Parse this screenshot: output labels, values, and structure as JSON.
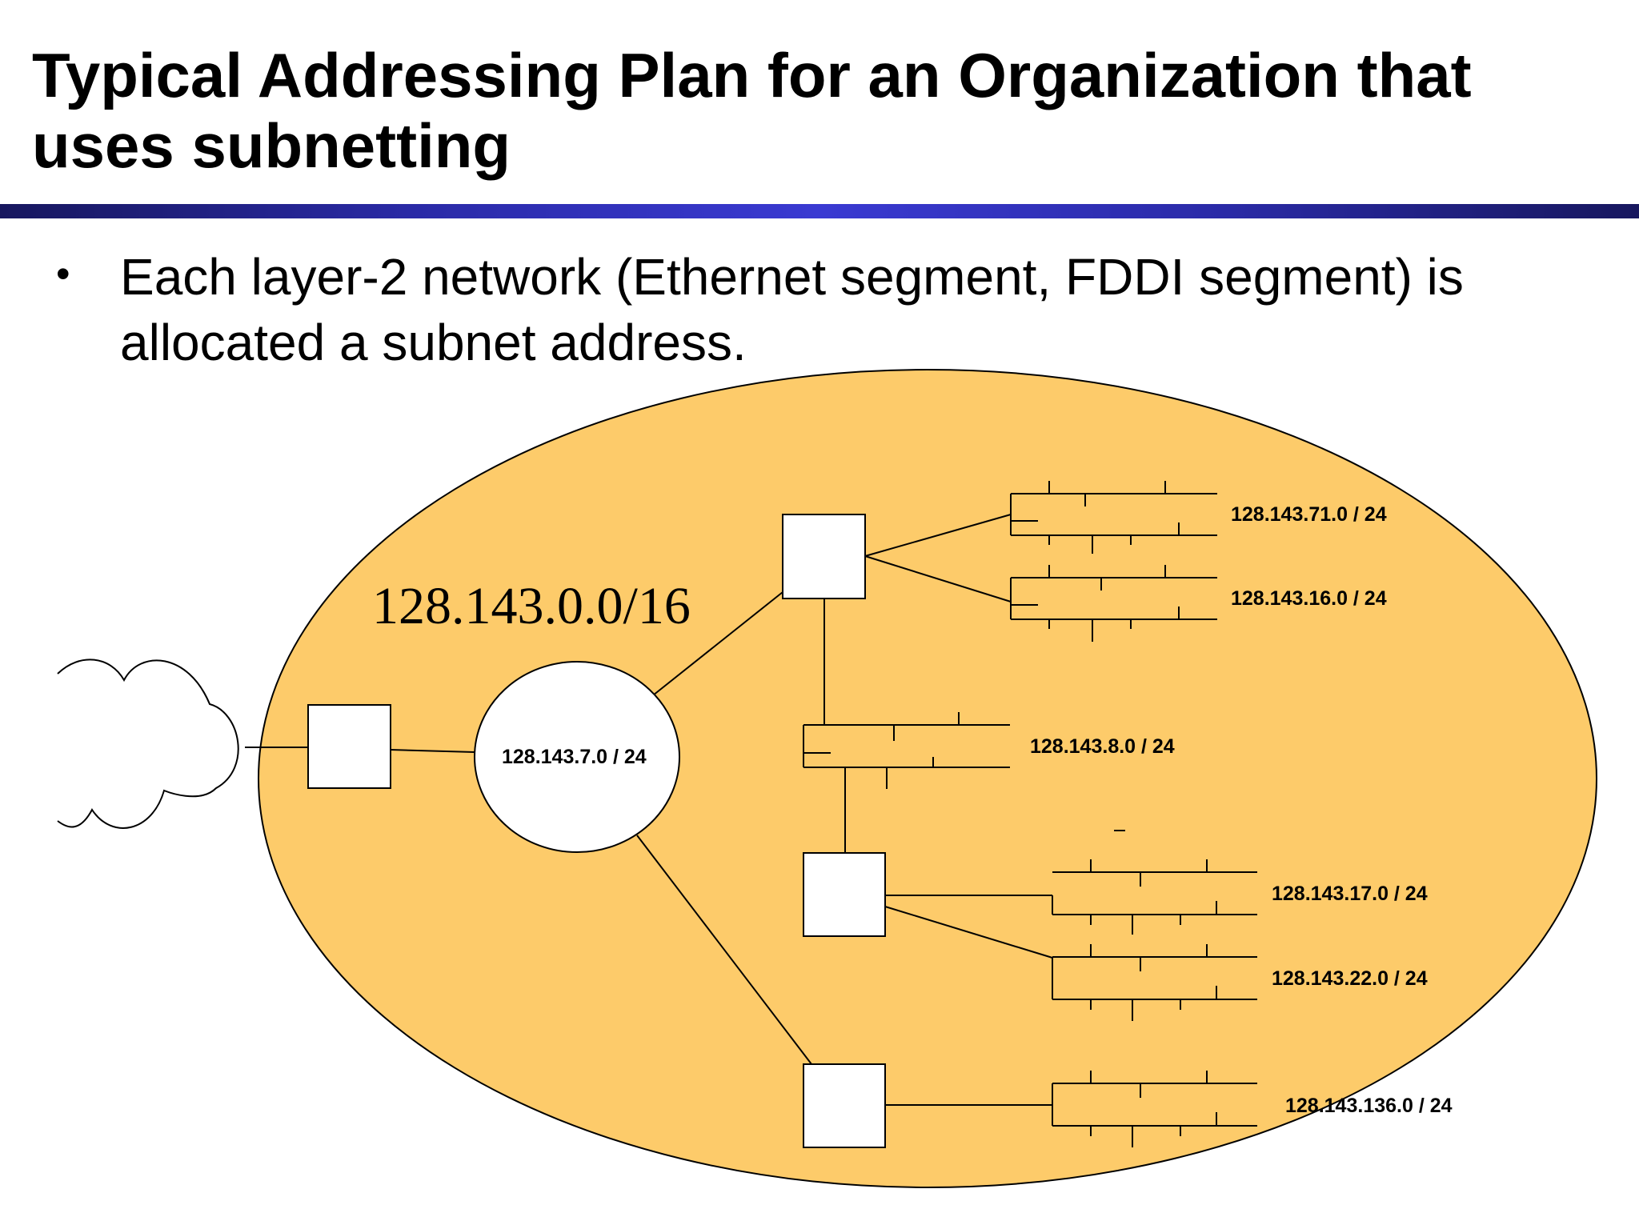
{
  "slide": {
    "title": "Typical Addressing Plan for an Organization that uses subnetting",
    "bullets": [
      "Each layer-2 network (Ethernet segment, FDDI segment) is allocated a subnet address."
    ]
  },
  "diagram": {
    "organization_network": "128.143.0.0/16",
    "fddi_ring": "128.143.7.0 / 24",
    "subnets": [
      "128.143.71.0 / 24",
      "128.143.16.0 / 24",
      "128.143.8.0 / 24",
      "128.143.17.0 / 24",
      "128.143.22.0 / 24",
      "128.143.136.0 / 24"
    ],
    "colors": {
      "organization_fill": "#fdcb6a",
      "title_bar": "#2a2aa6",
      "lines": "#000000",
      "router_fill": "#ffffff"
    }
  }
}
